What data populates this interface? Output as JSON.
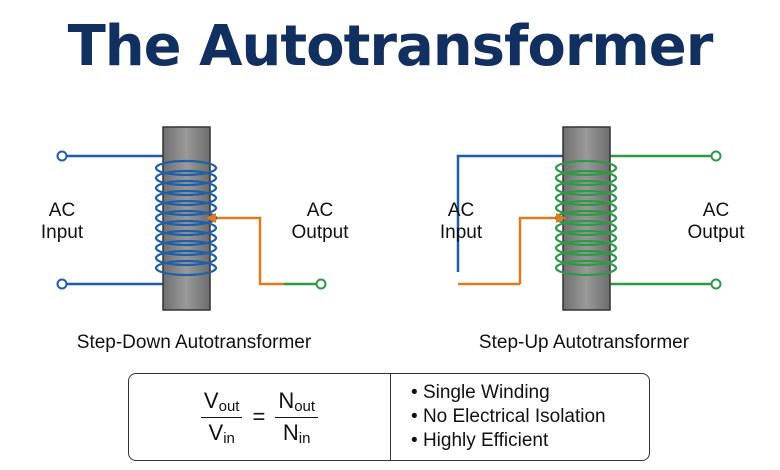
{
  "title": "The Autotransformer",
  "step_down": {
    "input_label_1": "AC",
    "input_label_2": "Input",
    "output_label_1": "AC",
    "output_label_2": "Output",
    "caption": "Step-Down Autotransformer"
  },
  "step_up": {
    "input_label_1": "AC",
    "input_label_2": "Input",
    "output_label_1": "AC",
    "output_label_2": "Output",
    "caption": "Step-Up Autotransformer"
  },
  "formula": {
    "v": "V",
    "n": "N",
    "out_sub": "out",
    "in_sub": "in",
    "equals": "="
  },
  "features": [
    "Single Winding",
    "No Electrical Isolation",
    "Highly Efficient"
  ],
  "colors": {
    "title": "#12305f",
    "input_wire": "#1f5fa8",
    "tap_wire": "#e07b1e",
    "output_wire": "#2e9a46",
    "core": "#8a8a8a"
  }
}
